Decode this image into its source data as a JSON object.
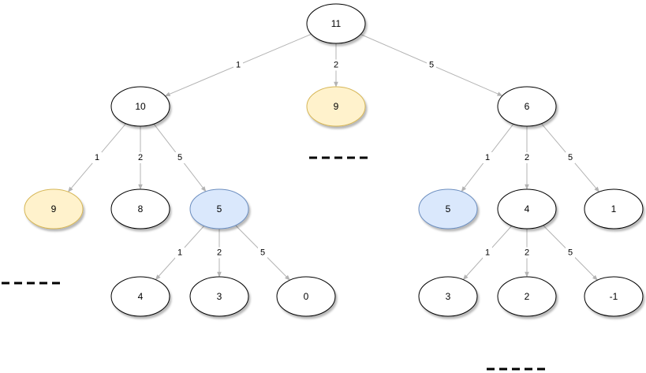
{
  "colors": {
    "node_fill": "#ffffff",
    "node_stroke": "#000000",
    "highlight_yellow": "#fff2cc",
    "highlight_yellow_stroke": "#d6b656",
    "highlight_blue": "#dae8fc",
    "highlight_blue_stroke": "#6c8ebf",
    "edge": "#b3b3b3"
  },
  "nodes": [
    {
      "id": "n11",
      "label": "11",
      "style": "plain"
    },
    {
      "id": "n10",
      "label": "10",
      "style": "plain"
    },
    {
      "id": "n9top",
      "label": "9",
      "style": "yellow"
    },
    {
      "id": "n6",
      "label": "6",
      "style": "plain"
    },
    {
      "id": "n9left",
      "label": "9",
      "style": "yellow"
    },
    {
      "id": "n8",
      "label": "8",
      "style": "plain"
    },
    {
      "id": "n5left",
      "label": "5",
      "style": "blue"
    },
    {
      "id": "n5right",
      "label": "5",
      "style": "blue"
    },
    {
      "id": "n4right",
      "label": "4",
      "style": "plain"
    },
    {
      "id": "n1",
      "label": "1",
      "style": "plain"
    },
    {
      "id": "n4left",
      "label": "4",
      "style": "plain"
    },
    {
      "id": "n3left",
      "label": "3",
      "style": "plain"
    },
    {
      "id": "n0",
      "label": "0",
      "style": "plain"
    },
    {
      "id": "n3right",
      "label": "3",
      "style": "plain"
    },
    {
      "id": "n2",
      "label": "2",
      "style": "plain"
    },
    {
      "id": "nm1",
      "label": "-1",
      "style": "plain"
    }
  ],
  "edges": [
    {
      "from": "n11",
      "to": "n10",
      "label": "1"
    },
    {
      "from": "n11",
      "to": "n9top",
      "label": "2"
    },
    {
      "from": "n11",
      "to": "n6",
      "label": "5"
    },
    {
      "from": "n10",
      "to": "n9left",
      "label": "1"
    },
    {
      "from": "n10",
      "to": "n8",
      "label": "2"
    },
    {
      "from": "n10",
      "to": "n5left",
      "label": "5"
    },
    {
      "from": "n6",
      "to": "n5right",
      "label": "1"
    },
    {
      "from": "n6",
      "to": "n4right",
      "label": "2"
    },
    {
      "from": "n6",
      "to": "n1",
      "label": "5"
    },
    {
      "from": "n5left",
      "to": "n4left",
      "label": "1"
    },
    {
      "from": "n5left",
      "to": "n3left",
      "label": "2"
    },
    {
      "from": "n5left",
      "to": "n0",
      "label": "5"
    },
    {
      "from": "n4right",
      "to": "n3right",
      "label": "1"
    },
    {
      "from": "n4right",
      "to": "n2",
      "label": "2"
    },
    {
      "from": "n4right",
      "to": "nm1",
      "label": "5"
    }
  ],
  "pruned_markers": [
    "under-n9top",
    "left-level3",
    "bottom-right"
  ]
}
